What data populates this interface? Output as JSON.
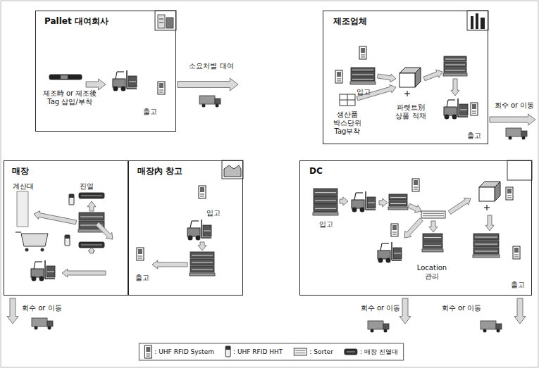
{
  "diagram": {
    "nodes": [
      {
        "text": [
          "Pallet 대여회사",
          "제조時 or 제조後 Tag 삽입/부착",
          "출고"
        ]
      },
      {
        "text": [
          "제조업체",
          "입고",
          "생산품 박스단위 Tag부착",
          "파렛트別 상품 적재",
          "출고"
        ]
      },
      {
        "text": [
          "매장",
          "계산대",
          "진열"
        ]
      },
      {
        "text": [
          "매장內 창고",
          "입고",
          "출고"
        ]
      },
      {
        "text": [
          "DC",
          "입고",
          "Location 관리",
          "출고"
        ]
      }
    ],
    "labels": [
      "소요처별 대여",
      "회수 or 이동",
      "회수 or 이동",
      "회수 or 이동",
      "회수 or 이동"
    ],
    "legend": [
      {
        "text": ": UHF RFID System"
      },
      {
        "text": ": UHF RFID HHT"
      },
      {
        "text": ": Sorter"
      },
      {
        "text": ": 매장 진열대"
      }
    ]
  }
}
